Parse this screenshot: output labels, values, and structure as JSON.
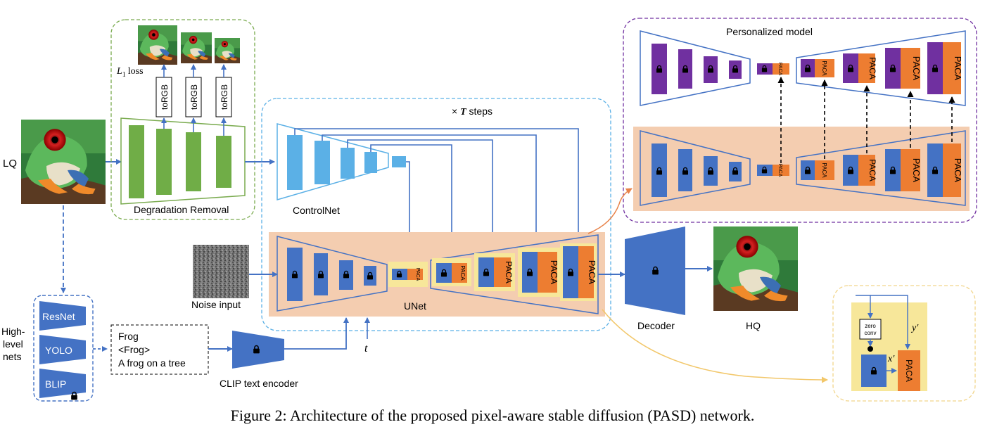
{
  "caption": "Figure 2: Architecture of the proposed pixel-aware stable diffusion (PASD) network.",
  "inputs": {
    "lq_label": "LQ",
    "hq_label": "HQ",
    "noise_label": "Noise input",
    "t_label": "t"
  },
  "degradation": {
    "title": "Degradation Removal",
    "loss_label": "loss",
    "loss_symbol": "L",
    "loss_subscript": "1",
    "torgb_label": "toRGB"
  },
  "controlnet": {
    "title": "ControlNet",
    "steps_prefix": "× ",
    "steps_var": "T",
    "steps_suffix": " steps"
  },
  "unet": {
    "title": "UNet"
  },
  "paca_label": "PACA",
  "decoder_label": "Decoder",
  "personalized": {
    "title": "Personalized model"
  },
  "highlevel": {
    "label_lines": [
      "High-",
      "level",
      "nets"
    ],
    "nets": [
      "ResNet",
      "YOLO",
      "BLIP"
    ]
  },
  "text_prompts": [
    "Frog",
    "<Frog>",
    "A frog on a tree"
  ],
  "clip_label": "CLIP text encoder",
  "paca_detail": {
    "zero_conv_lines": [
      "zero",
      "conv"
    ],
    "y_prime": "y′",
    "x_prime": "x′"
  },
  "colors": {
    "green": "#7aab4f",
    "blue": "#4472c4",
    "light_blue": "#5bb0e6",
    "orange_bg": "#f4cdb0",
    "paca_orange": "#ed7d31",
    "purple": "#7030a0",
    "yellow": "#f7e79a"
  }
}
